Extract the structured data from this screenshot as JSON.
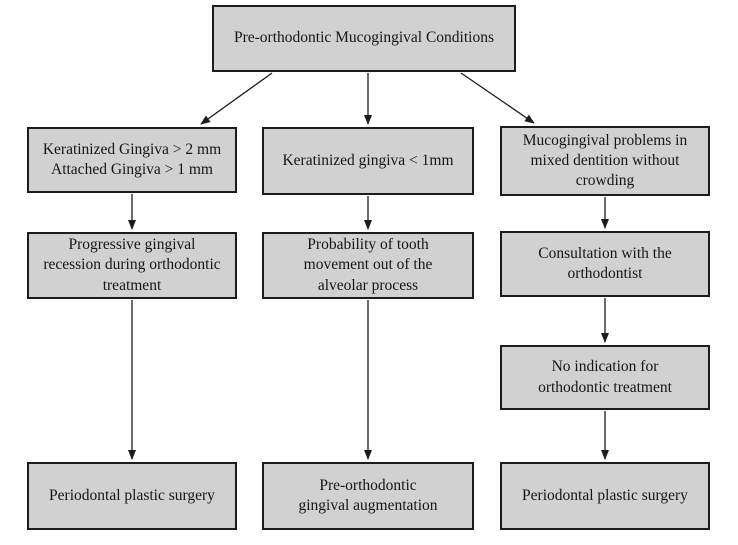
{
  "figure": {
    "type": "flowchart",
    "background": "#ffffff",
    "box_fill": "#d1d1d1",
    "box_border": "#1c1c1c",
    "arrow_color": "#1c1c1c"
  },
  "nodes": {
    "root": {
      "text": "Pre-orthodontic Mucogingival Conditions"
    },
    "left_condition": {
      "text": "Keratinized Gingiva > 2 mm\nAttached Gingiva > 1 mm"
    },
    "middle_condition": {
      "text": "Keratinized gingiva < 1mm"
    },
    "right_condition": {
      "text": "Mucogingival problems in\nmixed dentition without\ncrowding"
    },
    "left_finding": {
      "text": "Progressive gingival\nrecession during orthodontic\ntreatment"
    },
    "middle_finding": {
      "text": "Probability of tooth\nmovement out of the\nalveolar process"
    },
    "right_step1": {
      "text": "Consultation with the\northodontist"
    },
    "right_step2": {
      "text": "No indication for\northodontic treatment"
    },
    "left_outcome": {
      "text": "Periodontal plastic surgery"
    },
    "middle_outcome": {
      "text": "Pre-orthodontic\ngingival augmentation"
    },
    "right_outcome": {
      "text": "Periodontal plastic surgery"
    }
  },
  "edges": [
    {
      "from": "root",
      "to": "left_condition"
    },
    {
      "from": "root",
      "to": "middle_condition"
    },
    {
      "from": "root",
      "to": "right_condition"
    },
    {
      "from": "left_condition",
      "to": "left_finding"
    },
    {
      "from": "middle_condition",
      "to": "middle_finding"
    },
    {
      "from": "right_condition",
      "to": "right_step1"
    },
    {
      "from": "left_finding",
      "to": "left_outcome"
    },
    {
      "from": "middle_finding",
      "to": "middle_outcome"
    },
    {
      "from": "right_step1",
      "to": "right_step2"
    },
    {
      "from": "right_step2",
      "to": "right_outcome"
    }
  ]
}
